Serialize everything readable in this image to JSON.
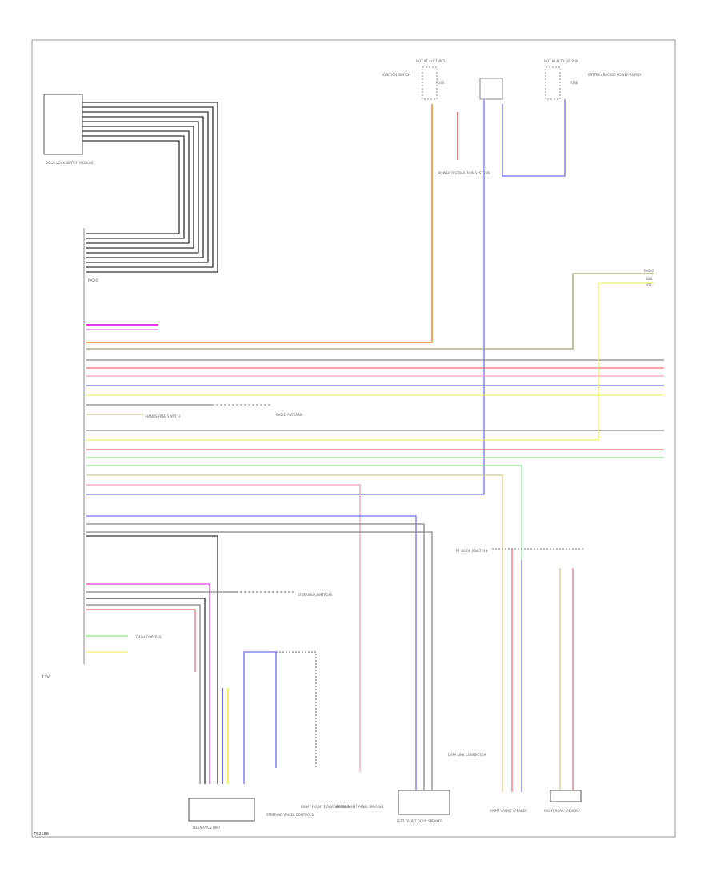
{
  "diagram": {
    "corner_left_label": "12V",
    "bottom_left_label": "TS2588",
    "components": {
      "left_module": "DOOR LOCK SWITCH MODULE",
      "radio_left_label": "RADIO",
      "top_fuse_left": "HOT AT ALL TIMES",
      "top_fuse_right": "HOT IN ACCY OR RUN",
      "fuse_left_label": "FUSE",
      "fuse_right_label": "FUSE",
      "fuse_left_side": "IGNITION SWITCH",
      "fuse_right_side": "BATTERY BACKUP POWER SUPPLY",
      "ground_label": "POWER DISTRIBUTION SYSTEMS",
      "hands_free": "HANDS FREE SWITCH",
      "antenna": "RADIO ANTENNA",
      "bottom_modules": [
        "TELEMATICS UNIT",
        "STEERING WHEEL CONTROLS",
        "RIGHT FRONT DOOR SPEAKER",
        "INSTRUMENT PANEL SPEAKER",
        "LEFT FRONT DOOR SPEAKER",
        "RIGHT FRONT SPEAKER",
        "RIGHT REAR SPEAKER"
      ],
      "junction_label": "RF DOOR JUNCTION",
      "diag_conn": "DATA LINK CONNECTOR",
      "steer_ctrl": "STEERING CONTROLS",
      "dash_ctrl": "DASH CONTROL",
      "right_labels": [
        "RADIO",
        "BLK",
        "YEL"
      ]
    },
    "colors": {
      "magenta": "#e040e0",
      "orange": "#f5a25d",
      "red": "#f07070",
      "blue": "#7070f0",
      "yellow": "#f0f070",
      "green": "#90e090",
      "tan": "#d8c890",
      "gray": "#888888",
      "dark": "#333333",
      "pink": "#f0a0c0",
      "olive": "#a8a070"
    }
  }
}
